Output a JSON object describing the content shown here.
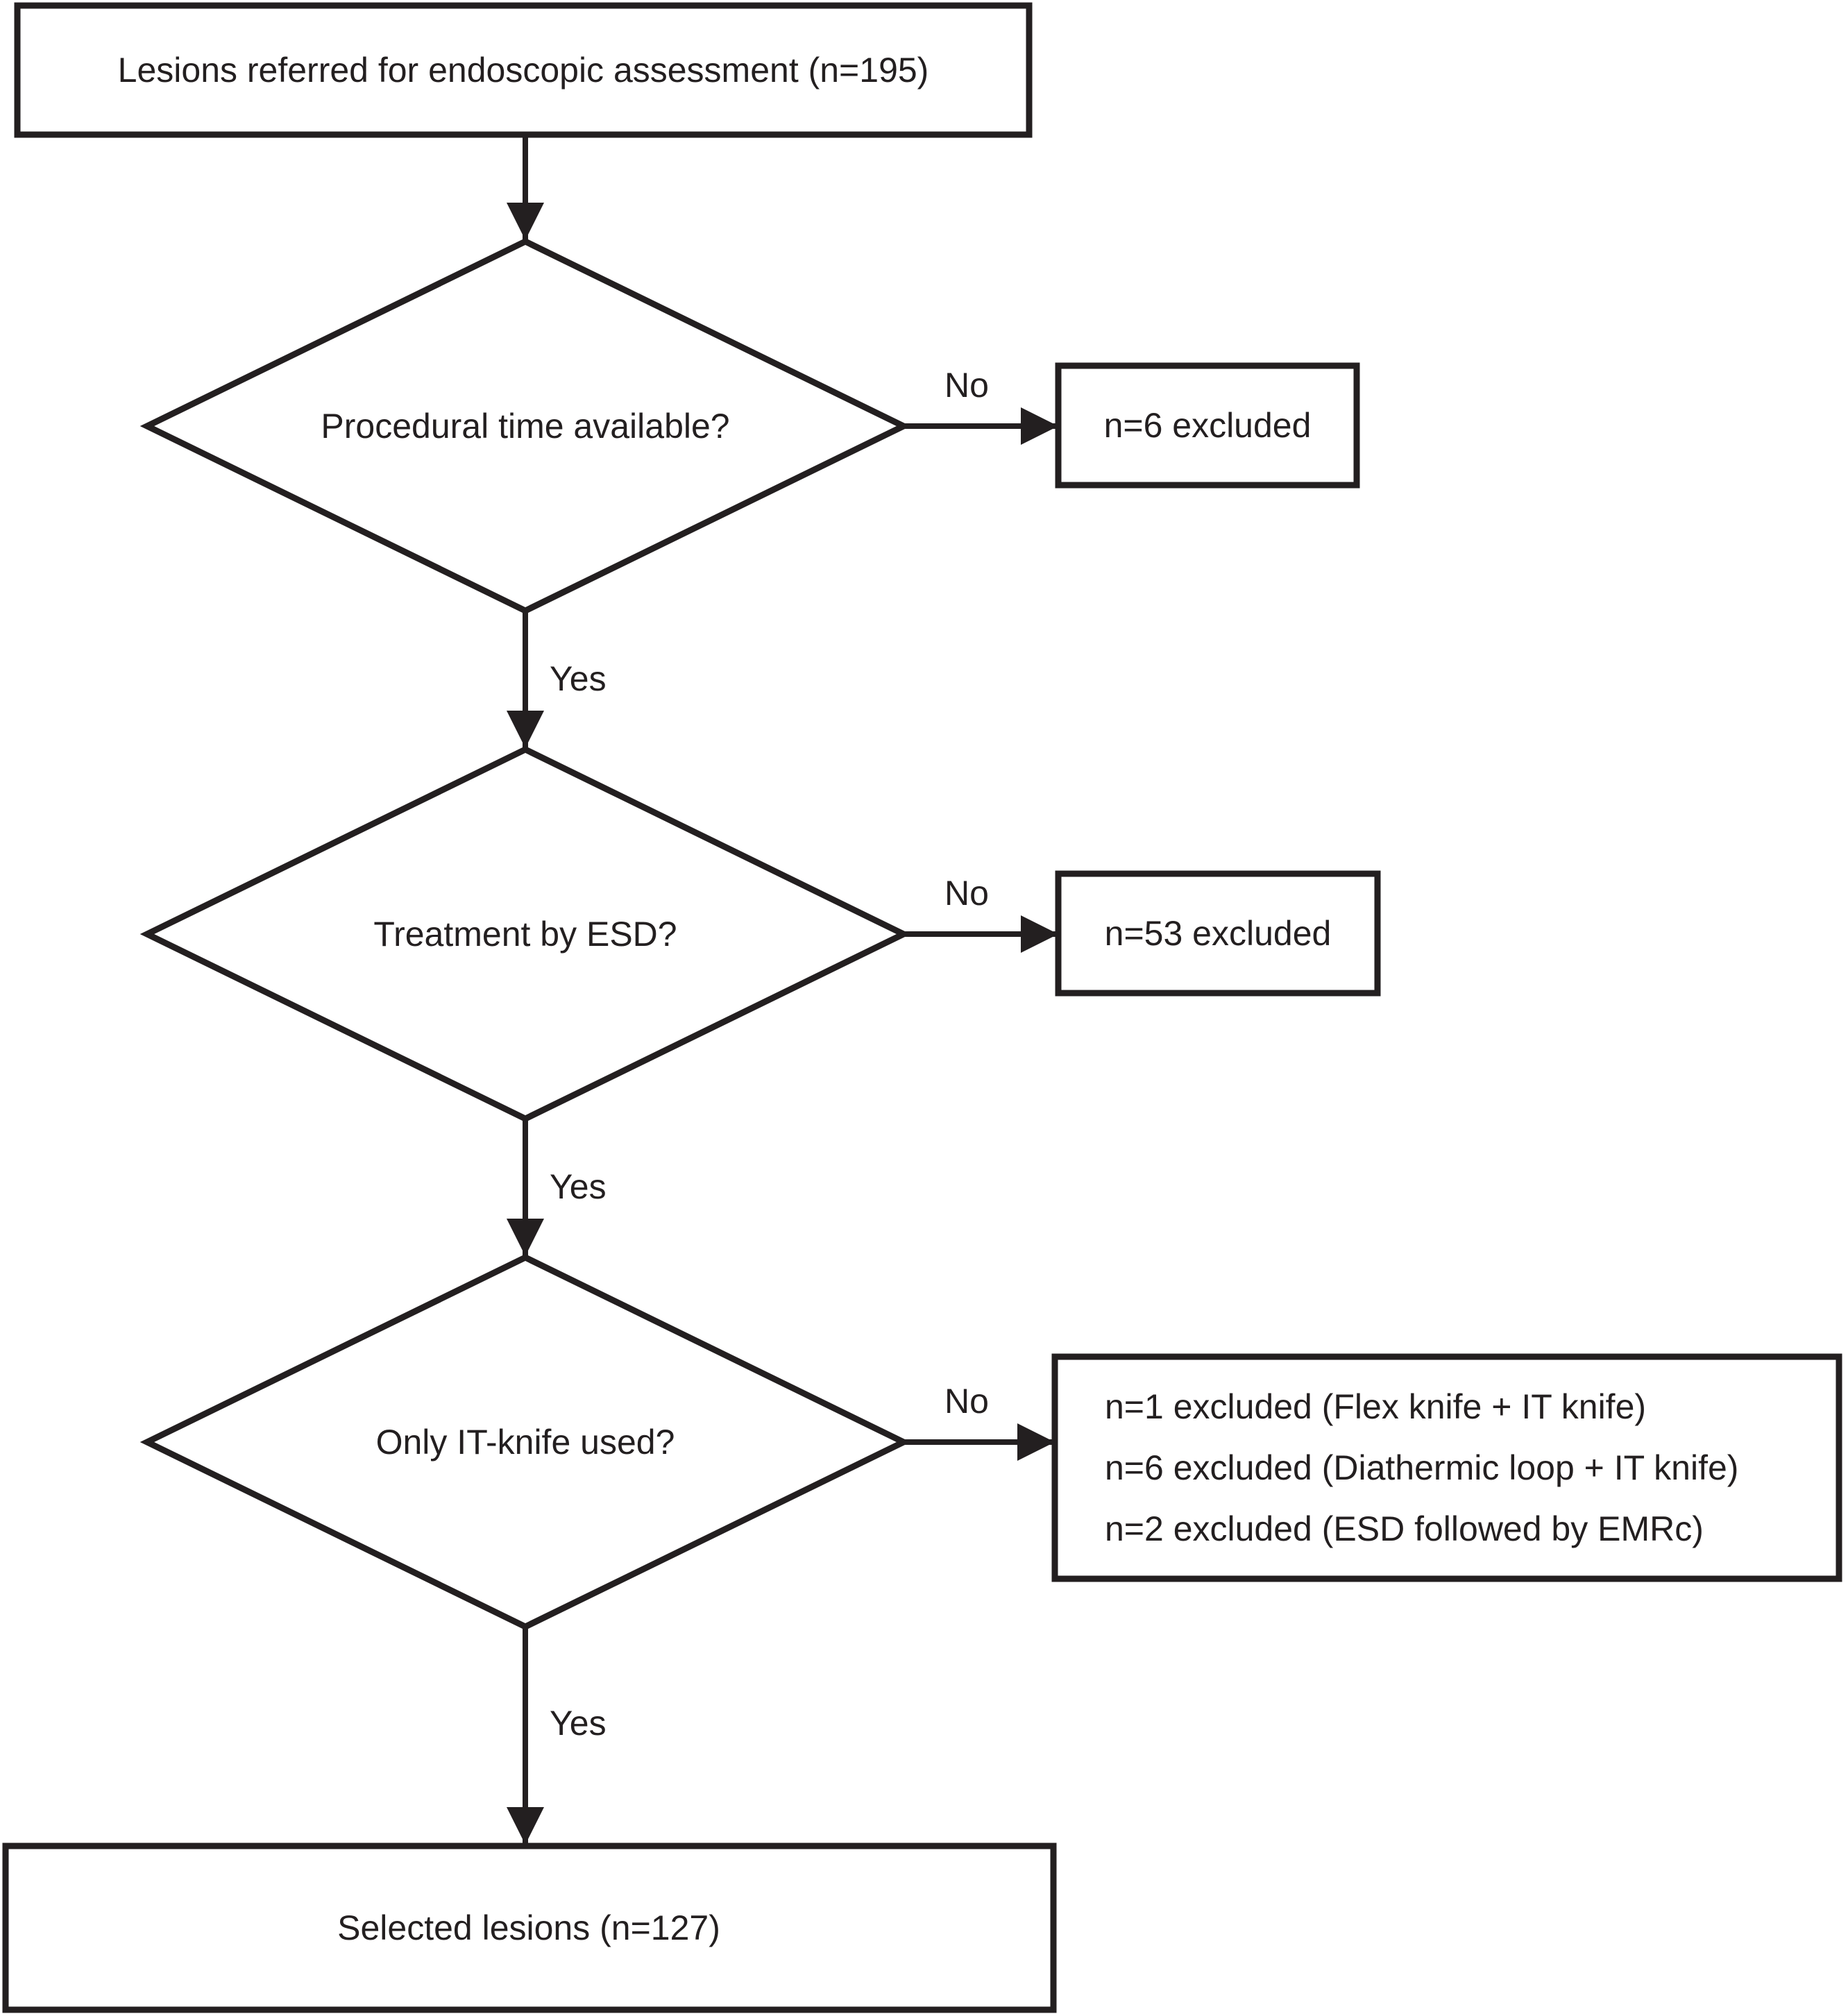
{
  "figure": {
    "type": "flowchart",
    "background_color": "#ffffff",
    "ink_color": "#231f20",
    "start": {
      "label": "Lesions referred for endoscopic assessment (n=195)"
    },
    "decisions": [
      {
        "question": "Procedural time available?",
        "yes_label": "Yes",
        "no_label": "No",
        "exclusion_lines": [
          "n=6 excluded"
        ]
      },
      {
        "question": "Treatment by ESD?",
        "yes_label": "Yes",
        "no_label": "No",
        "exclusion_lines": [
          "n=53 excluded"
        ]
      },
      {
        "question": "Only IT-knife used?",
        "yes_label": "Yes",
        "no_label": "No",
        "exclusion_lines": [
          "n=1 excluded (Flex knife + IT knife)",
          "n=6 excluded (Diathermic loop + IT knife)",
          "n=2 excluded (ESD followed by EMRc)"
        ]
      }
    ],
    "end": {
      "label": "Selected lesions (n=127)"
    }
  }
}
